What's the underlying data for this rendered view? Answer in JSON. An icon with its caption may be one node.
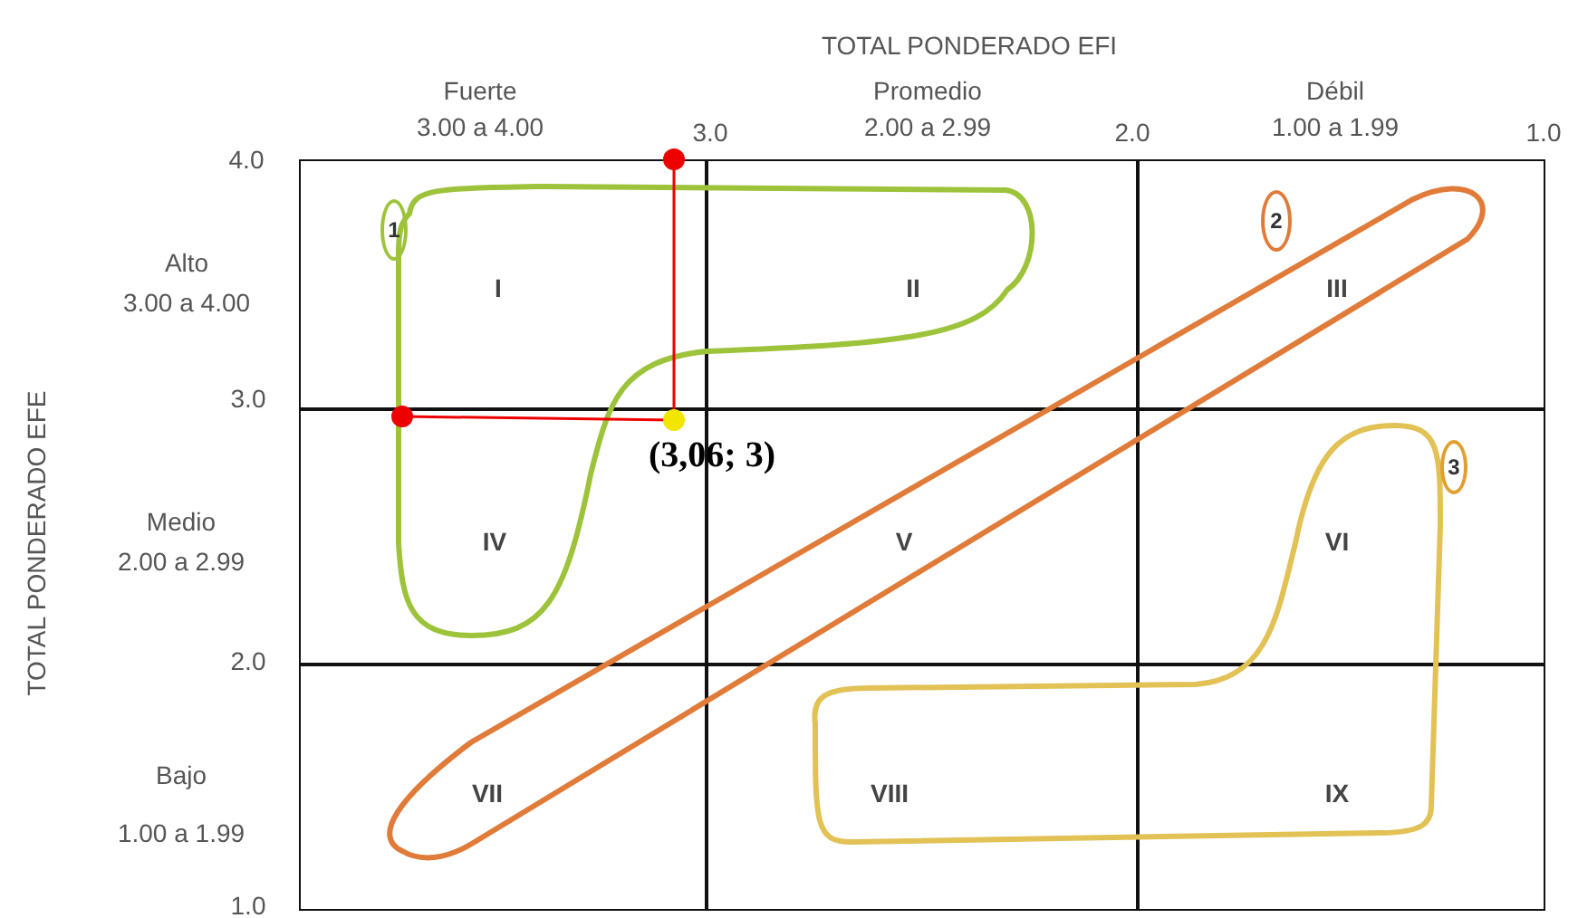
{
  "diagram": {
    "nodes": [
      {
        "text": [
          "I"
        ]
      },
      {
        "text": [
          "II"
        ]
      },
      {
        "text": [
          "III"
        ]
      },
      {
        "text": [
          "IV"
        ]
      },
      {
        "text": [
          "V"
        ]
      },
      {
        "text": [
          "VI"
        ]
      },
      {
        "text": [
          "VII"
        ]
      },
      {
        "text": [
          "VIII"
        ]
      },
      {
        "text": [
          "IX"
        ]
      },
      {
        "text": [
          "1"
        ],
        "in": 0
      },
      {
        "text": [
          "2"
        ],
        "in": 2
      },
      {
        "text": [
          "3"
        ],
        "in": 5
      }
    ],
    "labels": [
      "TOTAL PONDERADO EFI",
      "Fuerte",
      "3.00 a 4.00",
      "3.0",
      "Promedio",
      "2.00 a 2.99",
      "2.0",
      "Débil",
      "1.00 a 1.99",
      "1.0",
      "4.0",
      "Alto",
      "3.00 a 4.00",
      "3.0",
      "Medio",
      "2.00 a 2.99",
      "2.0",
      "Bajo",
      "1.00 a 1.99",
      "1.0",
      "TOTAL PONDERADO EFE",
      "(3,06; 3)"
    ]
  }
}
